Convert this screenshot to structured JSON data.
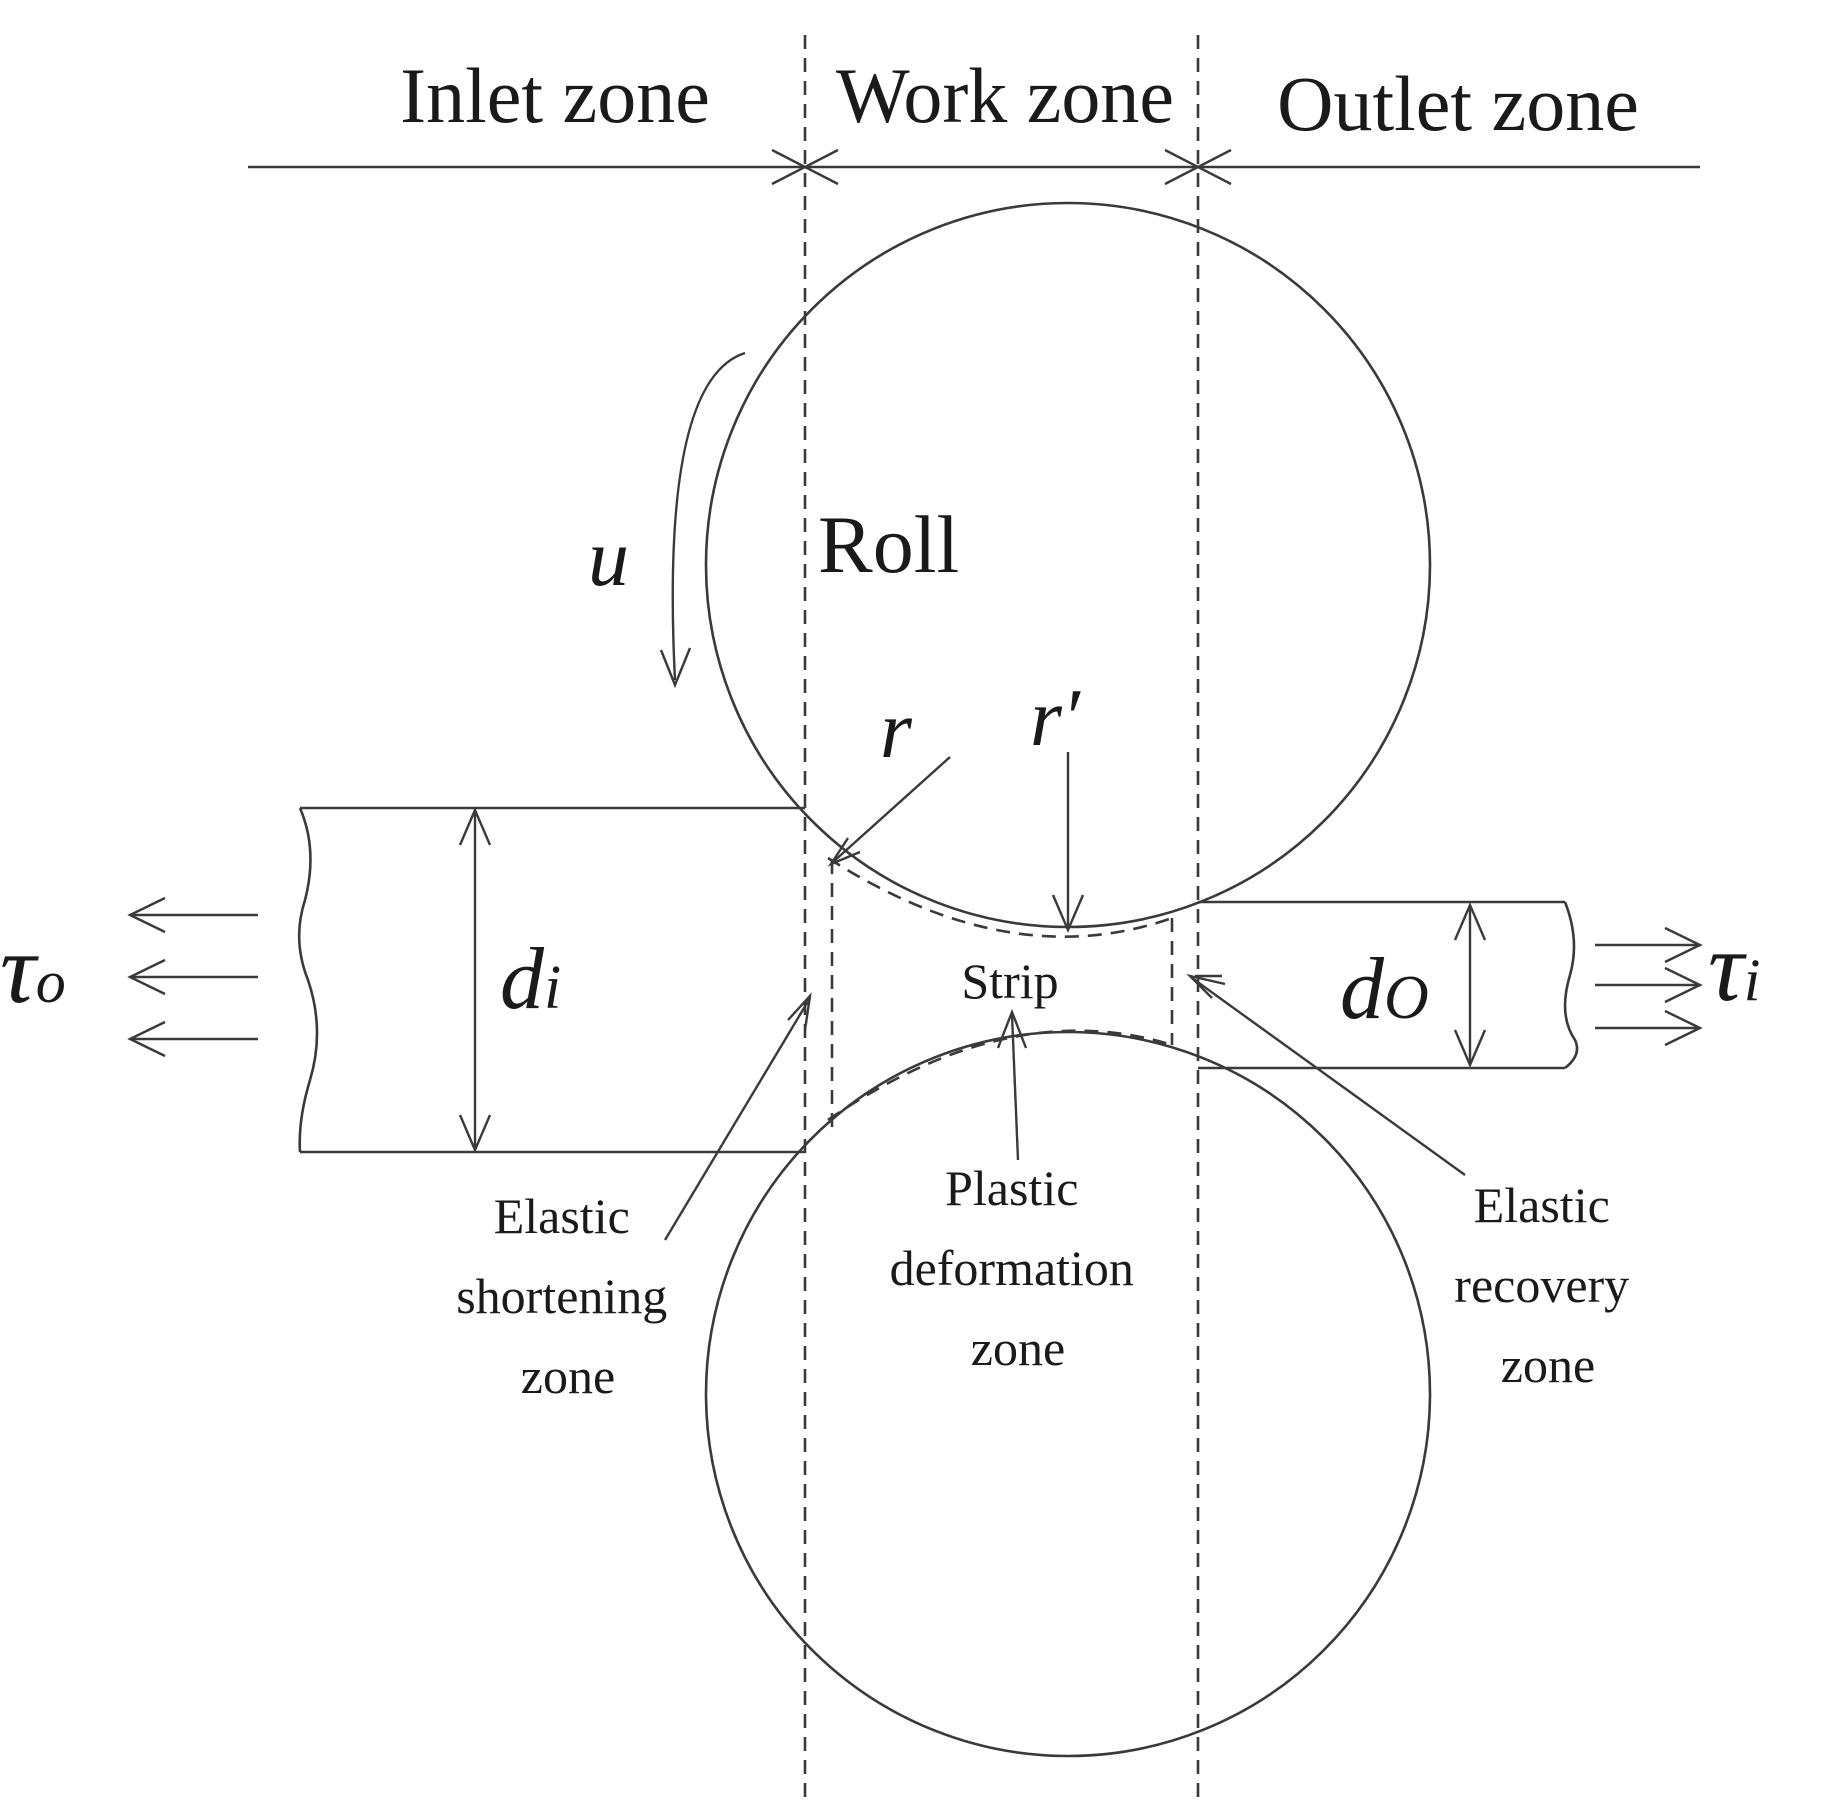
{
  "zones": {
    "inlet": "Inlet zone",
    "work": "Work zone",
    "outlet": "Outlet zone"
  },
  "roll_label": "Roll",
  "strip_label": "Strip",
  "symbols": {
    "u": "u",
    "r": "r",
    "r_prime": "r′",
    "d_i_base": "d",
    "d_i_sub": "i",
    "d_o_base": "d",
    "d_o_sub": "O",
    "tau_o_base": "τ",
    "tau_o_sub": "o",
    "tau_i_base": "τ",
    "tau_i_sub": "i"
  },
  "annotations": {
    "elastic_shortening": [
      "Elastic",
      "shortening",
      "zone"
    ],
    "plastic_deformation": [
      "Plastic",
      "deformation",
      "zone"
    ],
    "elastic_recovery": [
      "Elastic",
      "recovery",
      "zone"
    ]
  }
}
